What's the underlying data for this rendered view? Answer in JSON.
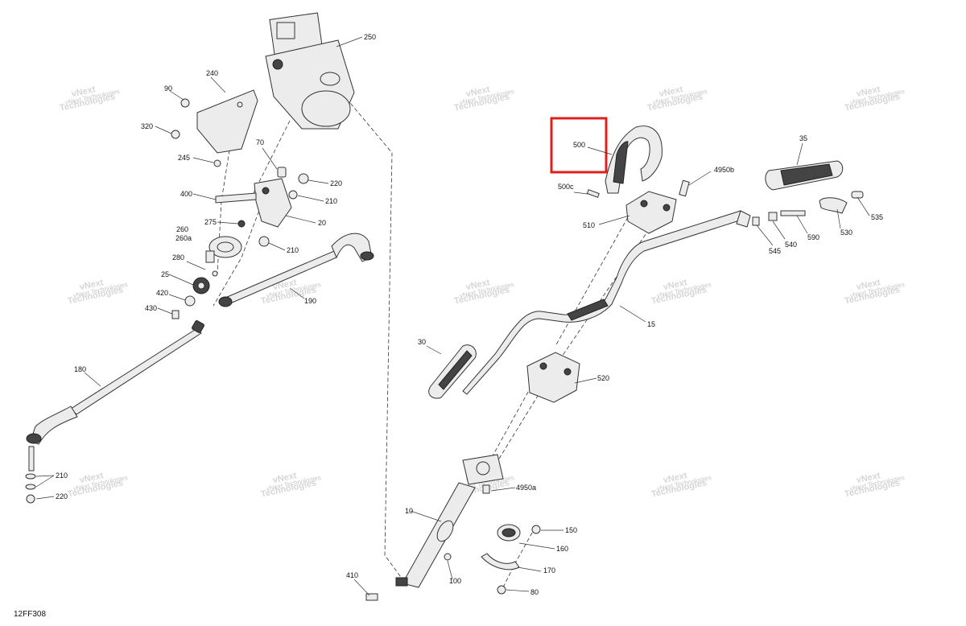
{
  "diagram": {
    "doc_id": "12FF308",
    "highlight_color": "#e0201c",
    "watermark": {
      "line1": "vNext",
      "line2": "Technologies",
      "small": "vNext Technologies"
    },
    "labels": {
      "p250": "250",
      "p240": "240",
      "p90": "90",
      "p320": "320",
      "p70": "70",
      "p245": "245",
      "p220a": "220",
      "p400": "400",
      "p210a": "210",
      "p20": "20",
      "p275": "275",
      "p260": "260",
      "p260a": "260a",
      "p280": "280",
      "p210b": "210",
      "p25": "25",
      "p420": "420",
      "p190": "190",
      "p430": "430",
      "p180": "180",
      "p210c": "210",
      "p220b": "220",
      "p500": "500",
      "p500c": "500c",
      "p4950b": "4950b",
      "p35": "35",
      "p510": "510",
      "p535": "535",
      "p545": "545",
      "p540": "540",
      "p590": "590",
      "p530": "530",
      "p15": "15",
      "p30": "30",
      "p520": "520",
      "p4950a": "4950a",
      "p10": "10",
      "p150": "150",
      "p160": "160",
      "p170": "170",
      "p410": "410",
      "p100": "100",
      "p80": "80"
    }
  }
}
